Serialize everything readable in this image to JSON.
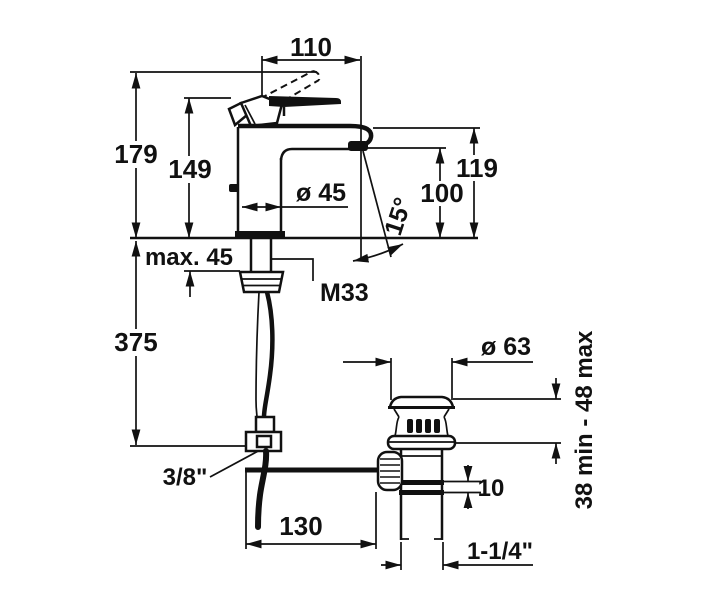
{
  "drawing": {
    "kind": "faucet-installation-dimension-drawing",
    "colors": {
      "line": "#111111",
      "background": "#ffffff"
    },
    "dimensions": {
      "spout_reach": "110",
      "height_lever_open": "179",
      "height_lever_closed": "149",
      "spout_top_height": "119",
      "outlet_height": "100",
      "body_diameter": "ø 45",
      "spray_angle": "15°",
      "deck_thickness_max": "max. 45",
      "mounting_thread": "M33",
      "hose_drop_length": "375",
      "waste_flange_diameter": "ø 63",
      "basin_thickness_range": "38 min - 48 max",
      "supply_connection": "3/8\"",
      "rod_to_waste_offset": "130",
      "waste_band_offset": "10",
      "waste_pipe_thread": "1-1/4\""
    }
  }
}
